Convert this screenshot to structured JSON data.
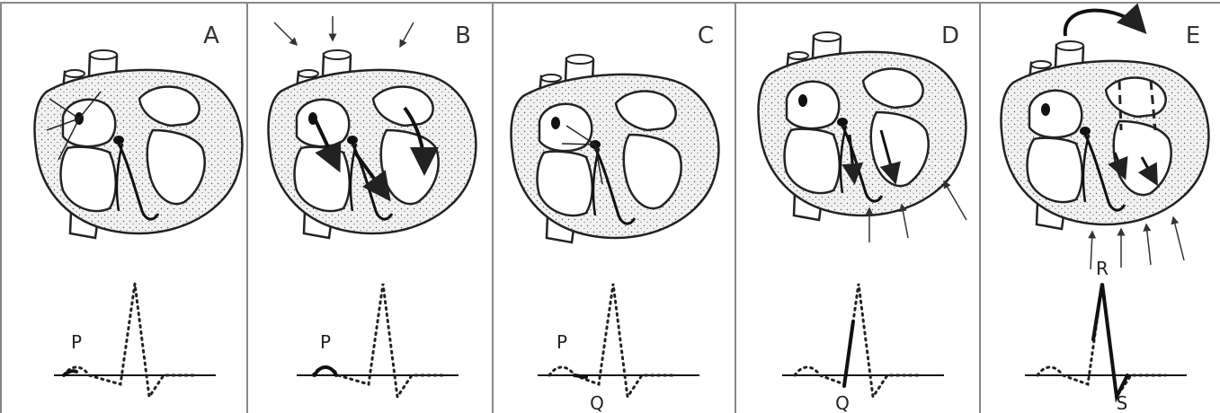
{
  "figure": {
    "panels": [
      {
        "letter": "A",
        "labels": [
          {
            "text": "P",
            "at": "p"
          }
        ]
      },
      {
        "letter": "B",
        "labels": [
          {
            "text": "P",
            "at": "p"
          }
        ]
      },
      {
        "letter": "C",
        "labels": [
          {
            "text": "P",
            "at": "p"
          },
          {
            "text": "Q",
            "at": "q"
          }
        ]
      },
      {
        "letter": "D",
        "labels": [
          {
            "text": "Q",
            "at": "q"
          }
        ]
      },
      {
        "letter": "E",
        "labels": [
          {
            "text": "R",
            "at": "r"
          },
          {
            "text": "S",
            "at": "s"
          }
        ]
      }
    ]
  }
}
